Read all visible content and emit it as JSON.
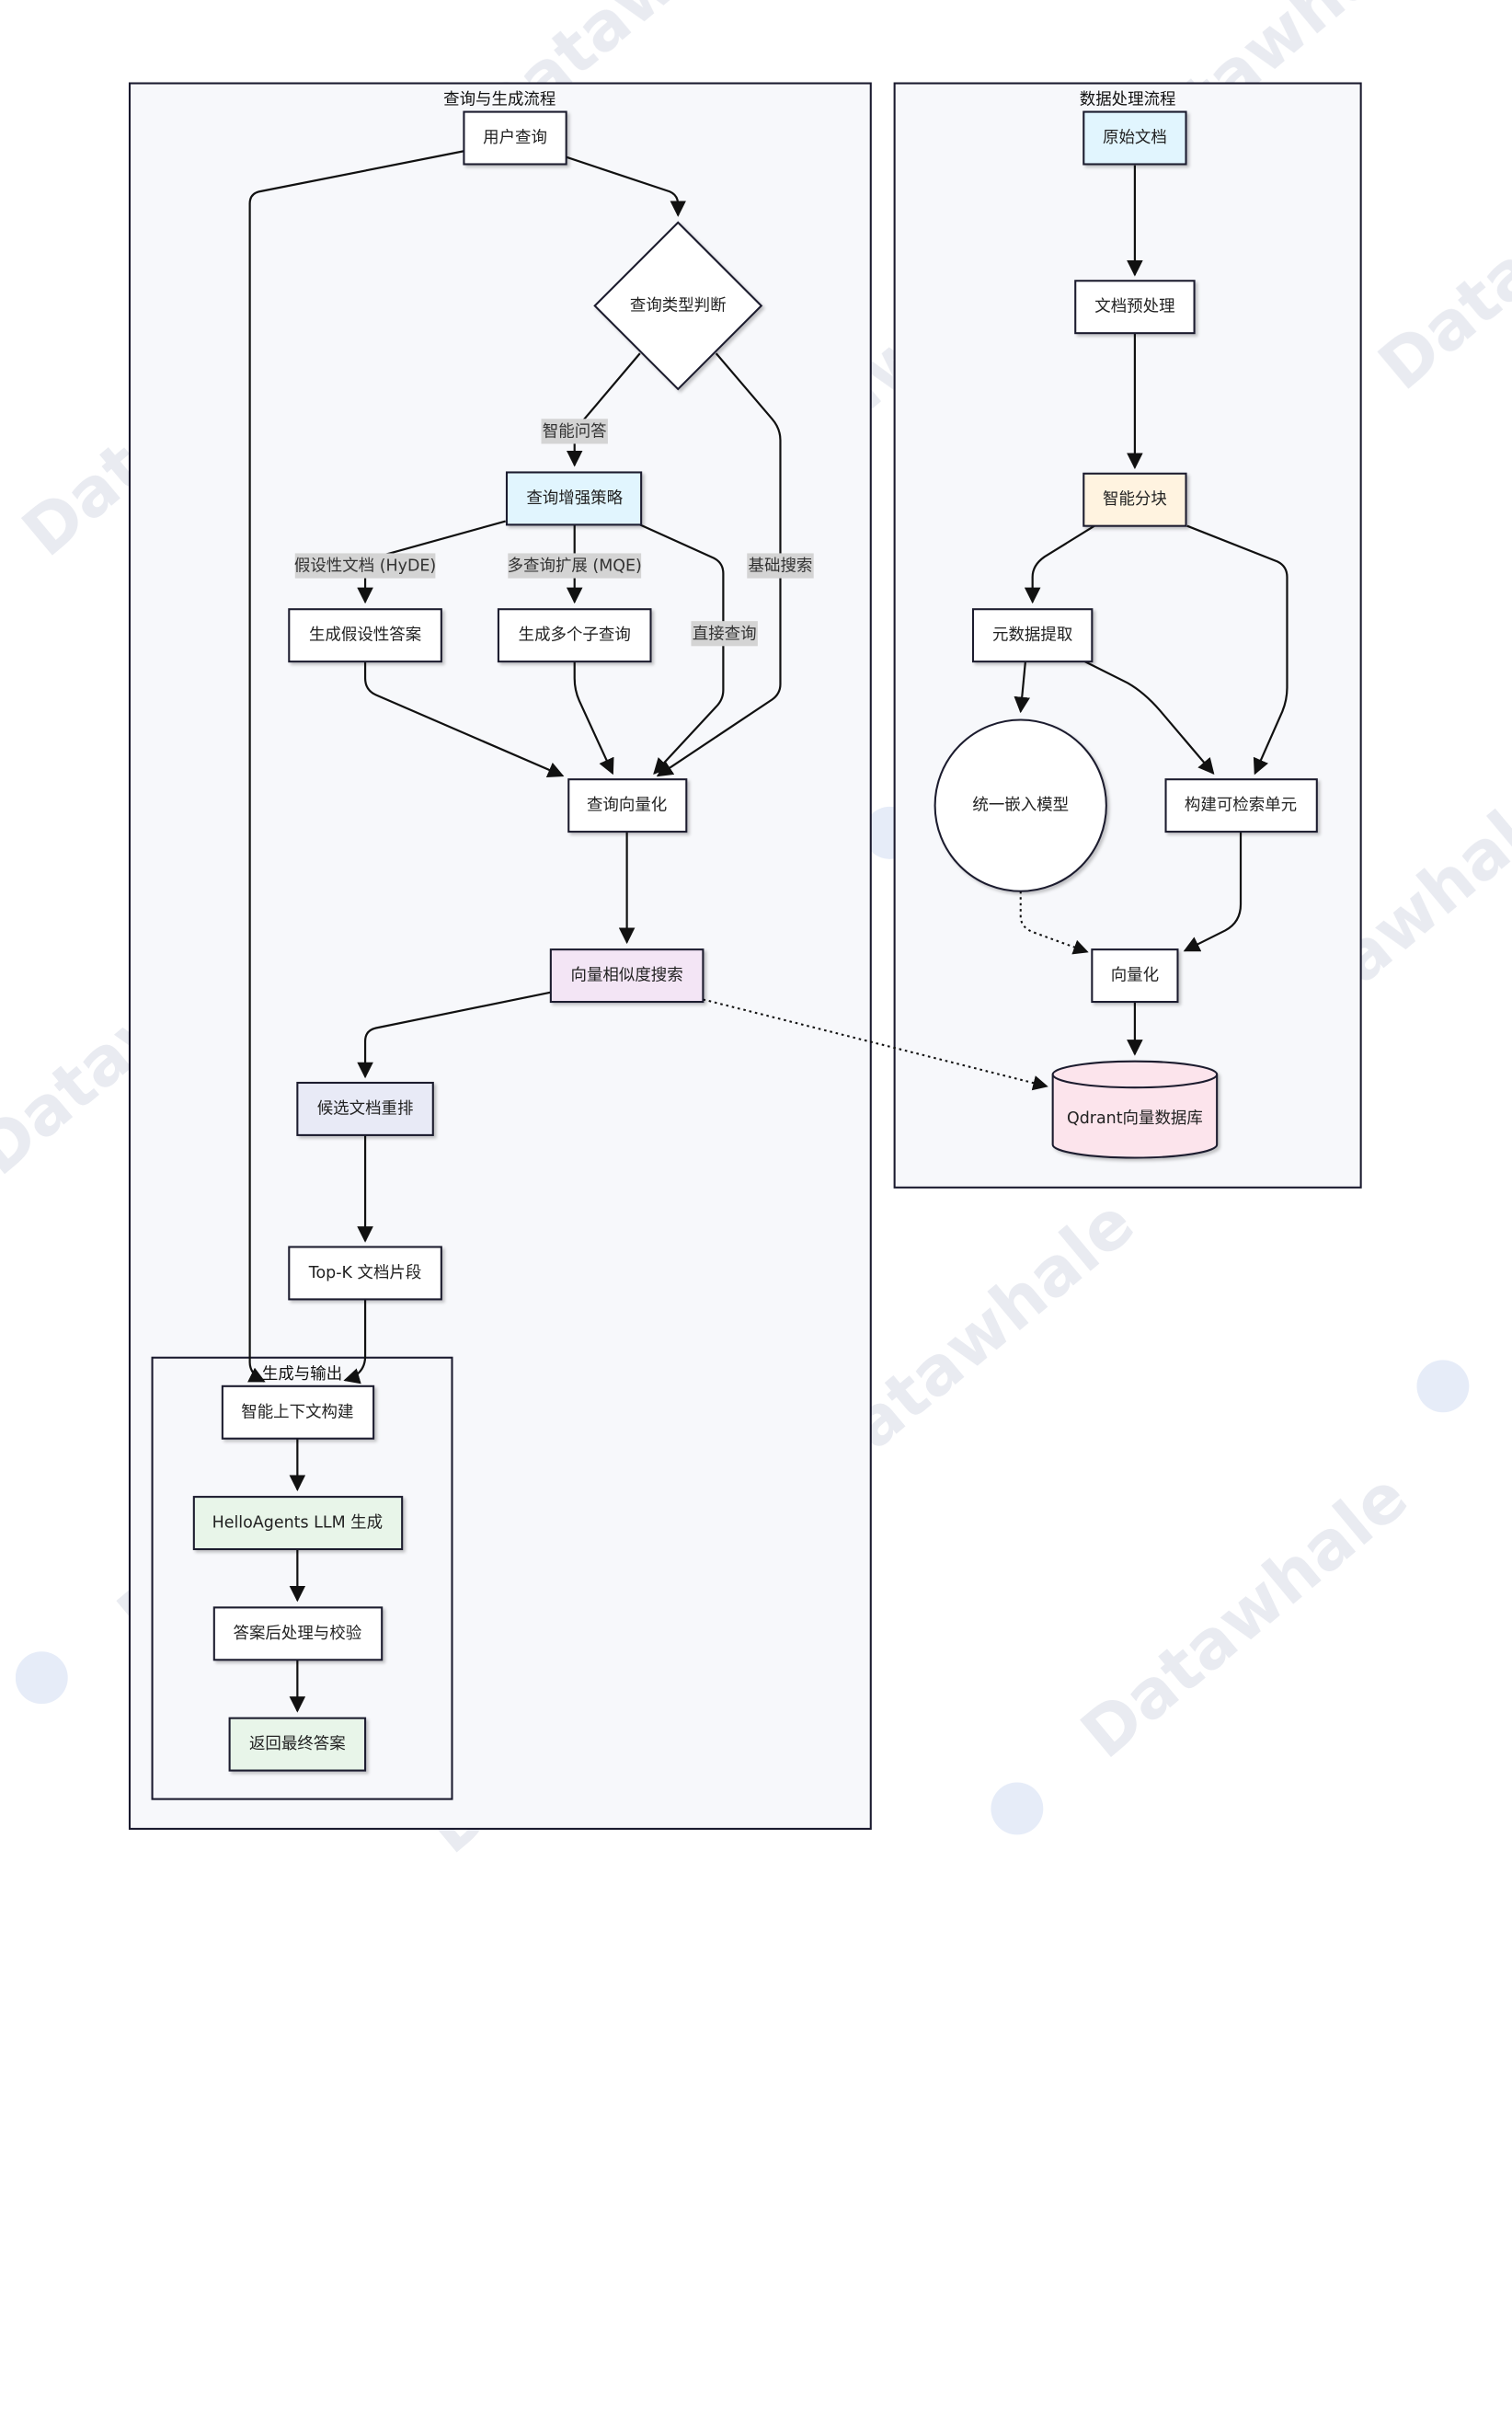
{
  "clusters": {
    "query": {
      "title": "查询与生成流程"
    },
    "data": {
      "title": "数据处理流程"
    },
    "output": {
      "title": "生成与输出"
    }
  },
  "nodes": {
    "user_query": "用户查询",
    "query_type": "查询类型判断",
    "enhance": "查询增强策略",
    "hyde_gen": "生成假设性答案",
    "mqe_gen": "生成多个子查询",
    "vectorize_query": "查询向量化",
    "similarity": "向量相似度搜索",
    "rerank": "候选文档重排",
    "topk": "Top-K 文档片段",
    "context": "智能上下文构建",
    "llm": "HelloAgents LLM 生成",
    "postproc": "答案后处理与校验",
    "final": "返回最终答案",
    "raw_doc": "原始文档",
    "preproc": "文档预处理",
    "chunk": "智能分块",
    "meta": "元数据提取",
    "embed": "统一嵌入模型",
    "units": "构建可检索单元",
    "vectorize": "向量化",
    "qdrant": "Qdrant向量数据库"
  },
  "edge_labels": {
    "smart_qa": "智能问答",
    "basic_search": "基础搜索",
    "hyde": "假设性文档 (HyDE)",
    "mqe": "多查询扩展 (MQE)",
    "direct": "直接查询"
  },
  "watermark": {
    "text": "Datawhale"
  },
  "colors": {
    "cyan": "#e1f5fe",
    "orange": "#fff3e0",
    "purple": "#f3e5f5",
    "indigo": "#e8eaf6",
    "green": "#e8f5e9",
    "pink": "#fce4ec",
    "white": "#ffffff"
  }
}
